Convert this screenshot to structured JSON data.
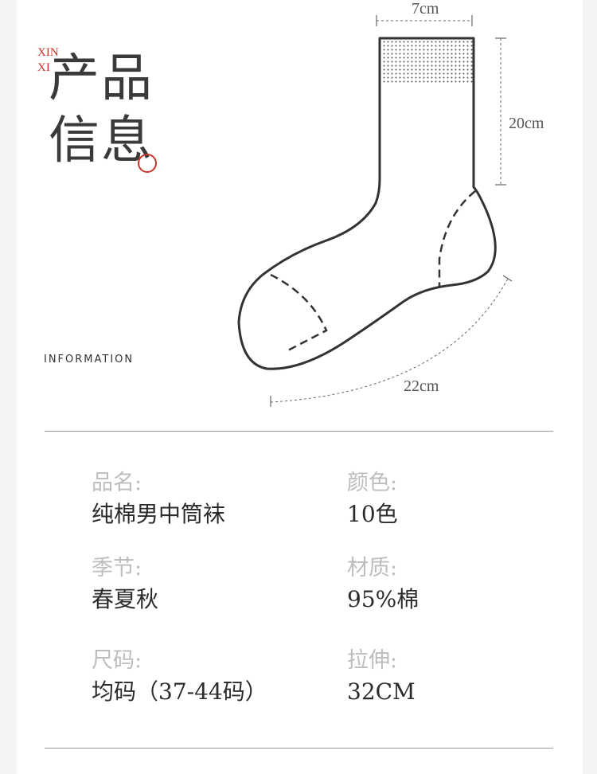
{
  "header": {
    "pinyin_top": "XIN",
    "pinyin_bottom": "XI",
    "title_line1": "产品",
    "title_line2": "信息",
    "subtitle": "INFORMATION"
  },
  "diagram": {
    "width_label": "7cm",
    "height_label": "20cm",
    "length_label": "22cm"
  },
  "specs": [
    {
      "label": "品名:",
      "value": "纯棉男中筒袜"
    },
    {
      "label": "颜色:",
      "value": "10色"
    },
    {
      "label": "季节:",
      "value": "春夏秋"
    },
    {
      "label": "材质:",
      "value": "95%棉"
    },
    {
      "label": "尺码:",
      "value": "均码（37-44码）"
    },
    {
      "label": "拉伸:",
      "value": "32CM"
    }
  ],
  "colors": {
    "accent": "#c8352b",
    "title": "#3a3a3a",
    "label": "#bdbdbd",
    "value": "#2b2b2b",
    "outline": "#333333"
  }
}
